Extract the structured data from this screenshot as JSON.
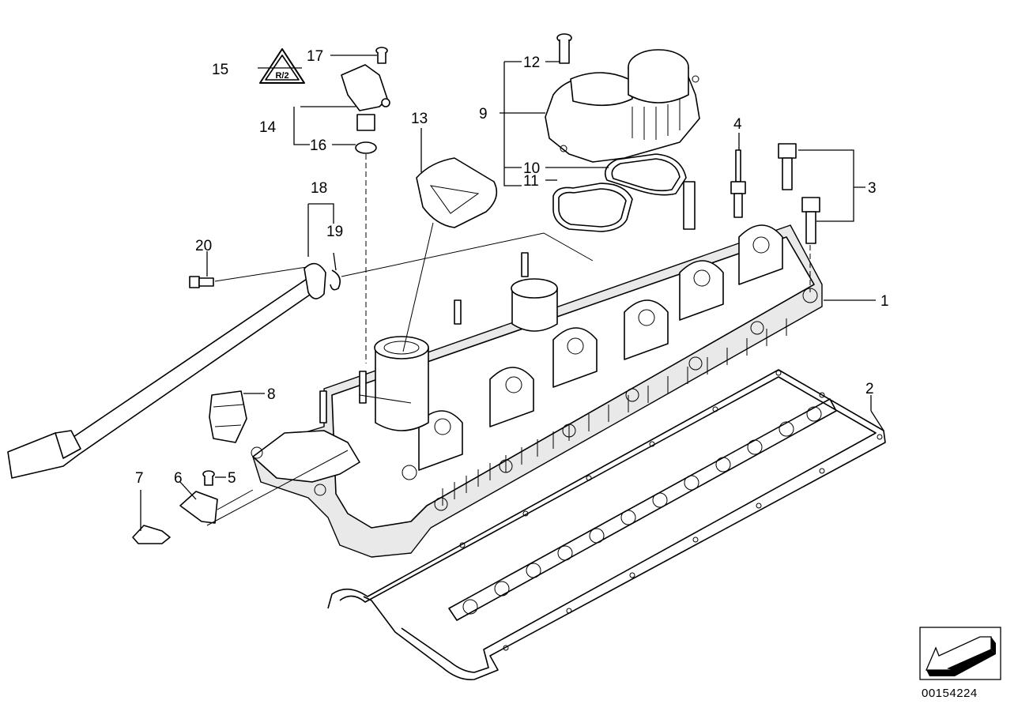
{
  "diagram": {
    "callouts": [
      "1",
      "2",
      "3",
      "4",
      "5",
      "6",
      "7",
      "8",
      "9",
      "10",
      "11",
      "12",
      "13",
      "14",
      "15",
      "16",
      "17",
      "18",
      "19",
      "20"
    ],
    "document_number": "00154224",
    "warning_symbol_text": "R/2"
  }
}
